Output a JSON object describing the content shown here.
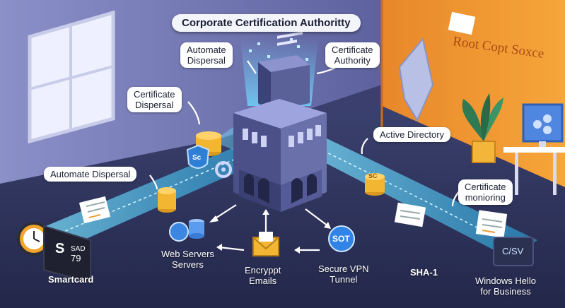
{
  "title": "Corporate Certification Authoritty",
  "wall_sign": "Root Copt Soxce",
  "labels": {
    "automate_dispersal_top": "Automate\nDispersal",
    "certificate_authority": "Certificate\nAuthority",
    "certificate_dispersal": "Certificate\nDispersal",
    "active_directory": "Active Directory",
    "automate_dispersal_left": "Automate Dispersal",
    "certificate_monitoring": "Certificate\nmonioring",
    "web_servers": "Web Servers\nServers",
    "encrypt_emails": "Encryppt\nEmails",
    "secure_vpn": "Secure VPN\nTunnel",
    "sha1": "SHA-1",
    "windows_hello": "Windows Hello\nfor Business",
    "smartcard": "Smartcard"
  },
  "device_text": {
    "smartcard_sad": "SAD",
    "smartcard_num": "79",
    "smartcard_letter": "S",
    "sot_badge": "SOT",
    "csv_screen": "C/SV",
    "shield_letter": "Sc",
    "coin_letter": "SC"
  },
  "icons": [
    "clock-icon",
    "shield-icon",
    "database-icon",
    "envelope-icon",
    "document-icon",
    "plant-icon",
    "monitor-icon"
  ],
  "colors": {
    "wall_left": "#6e72b0",
    "wall_right": "#f29a2e",
    "floor": "#2d3257",
    "beam": "#5fd3ff",
    "building": "#5b6296",
    "coin": "#f2b632"
  }
}
